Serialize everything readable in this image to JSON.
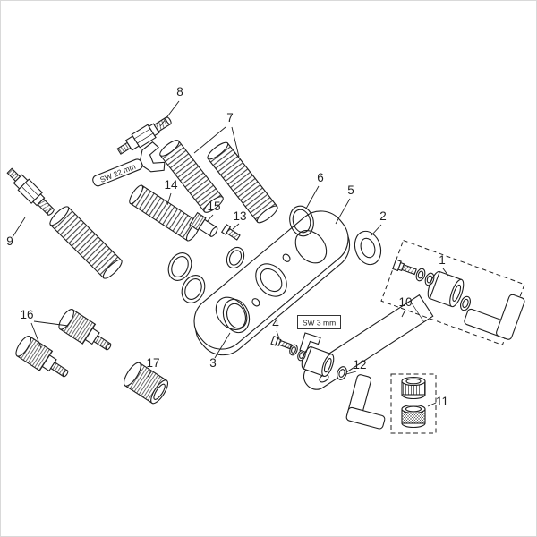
{
  "page": {
    "background": "#ffffff",
    "line_color": "#1f1f1f"
  },
  "labels": {
    "p1": "1",
    "p2": "2",
    "p3": "3",
    "p4": "4",
    "p5": "5",
    "p6": "6",
    "p7": "7",
    "p8": "8",
    "p9": "9",
    "p10": "10",
    "p11": "11",
    "p12": "12",
    "p13": "13",
    "p14": "14",
    "p15": "15",
    "p16": "16",
    "p17": "17",
    "sw22": "SW 22 mm",
    "sw3": "SW 3 mm"
  }
}
